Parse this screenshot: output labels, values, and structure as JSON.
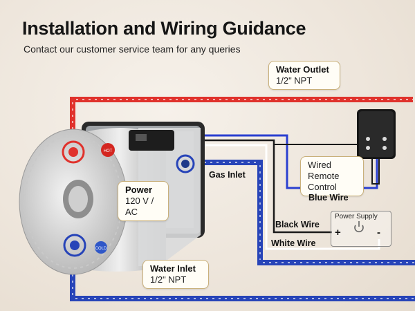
{
  "header": {
    "title": "Installation and Wiring Guidance",
    "subtitle": "Contact our customer service team for any queries"
  },
  "callouts": {
    "water_outlet": {
      "head": "Water Outlet",
      "sub": "1/2\" NPT"
    },
    "water_inlet": {
      "head": "Water Inlet",
      "sub": "1/2\" NPT"
    },
    "power": {
      "head": "Power",
      "sub": "120 V / AC"
    },
    "wired_remote": {
      "line1": "Wired Remote",
      "line2": "Control"
    }
  },
  "labels": {
    "gas_inlet": "Gas Inlet",
    "blue_wire": "Blue Wire",
    "black_wire": "Black Wire",
    "white_wire": "White Wire"
  },
  "power_supply": {
    "title": "Power Supply",
    "plus": "+",
    "minus": "-",
    "icon": "power-icon"
  },
  "heater_badges": {
    "hot": "HOT",
    "cold": "COLD"
  },
  "colors": {
    "hot_line": "#e0322c",
    "cold_line": "#2744b8",
    "gas_line": "#2744b8",
    "blue_wire": "#2a3fd0",
    "black_wire": "#1a1a1a",
    "white_wire": "#ffffff",
    "callout_border": "#c9b07a"
  }
}
